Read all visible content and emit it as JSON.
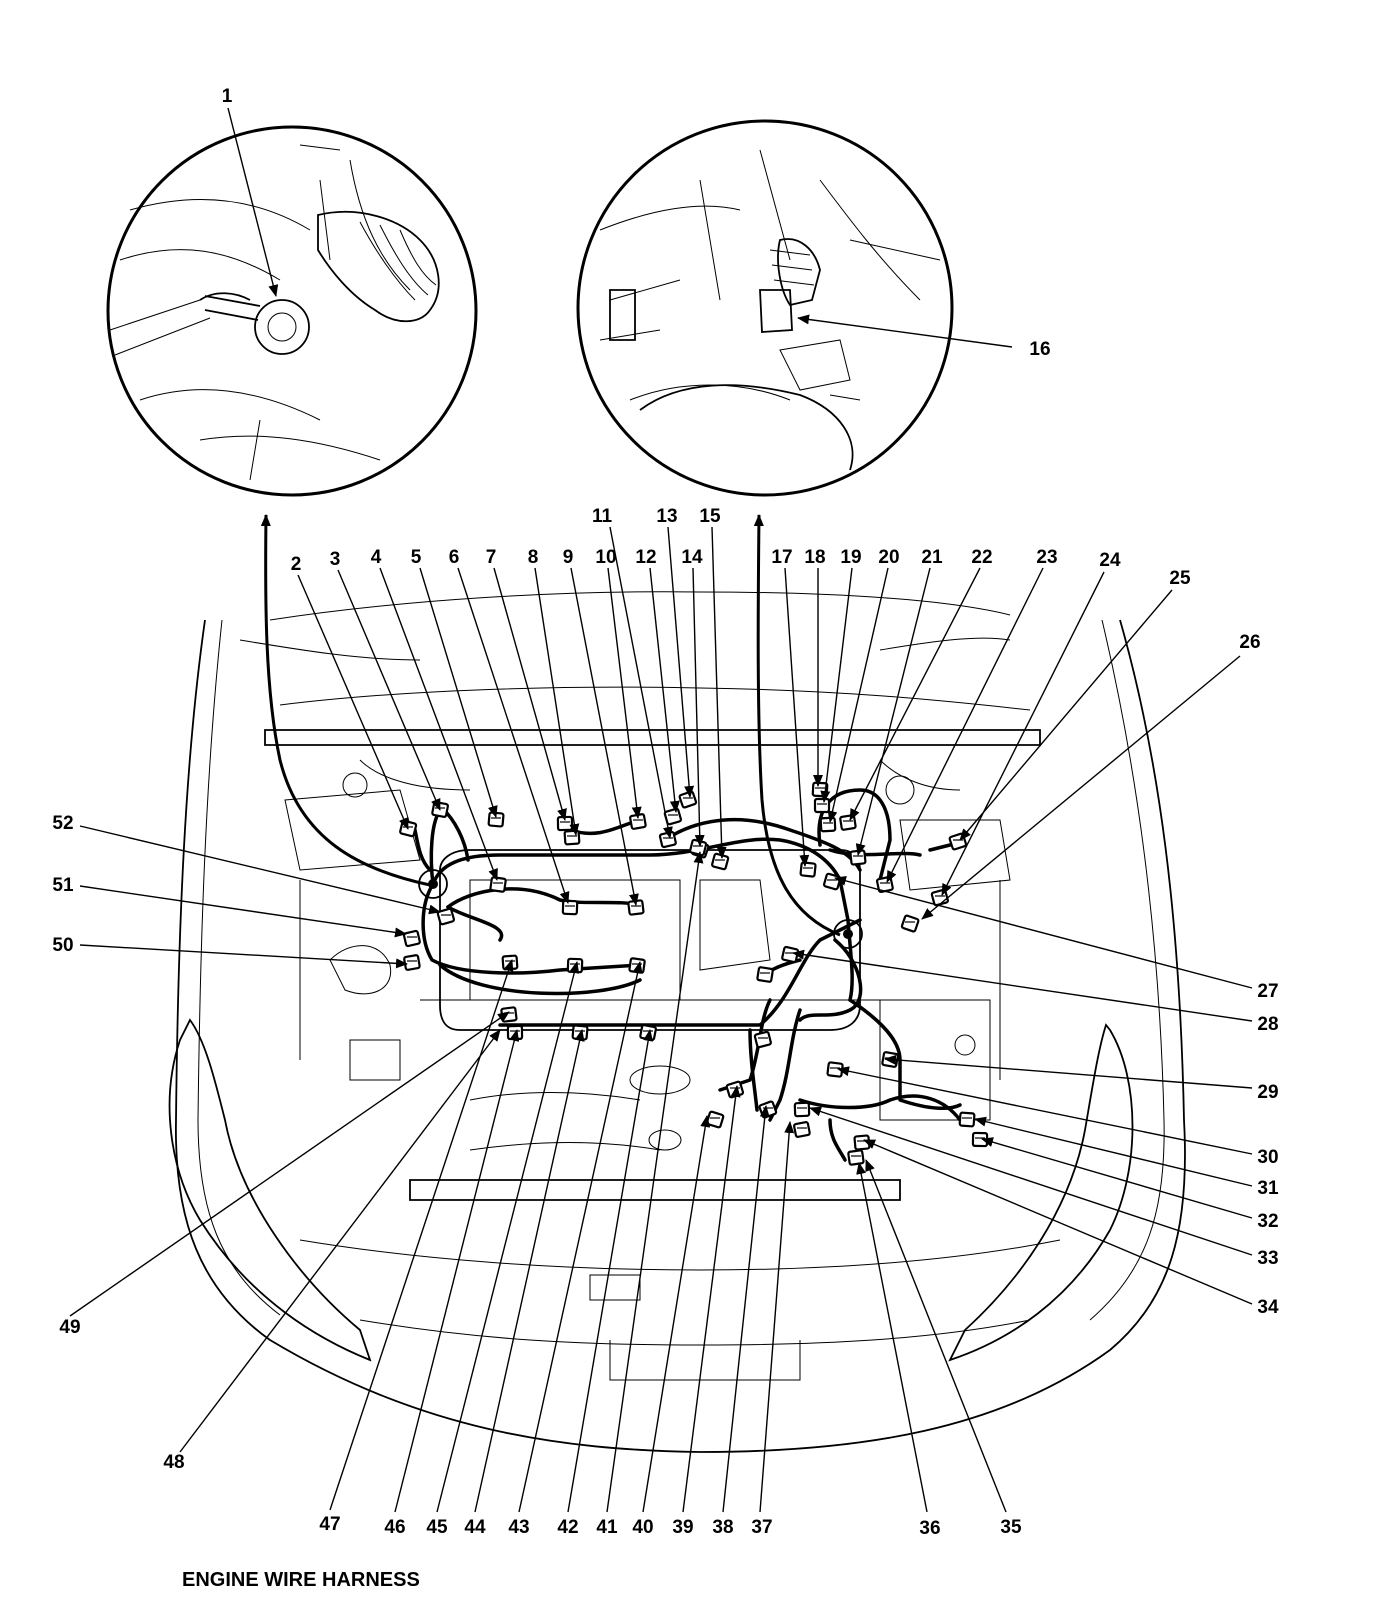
{
  "diagram": {
    "caption": "ENGINE WIRE HARNESS",
    "callouts": [
      "1",
      "2",
      "3",
      "4",
      "5",
      "6",
      "7",
      "8",
      "9",
      "10",
      "11",
      "12",
      "13",
      "14",
      "15",
      "16",
      "17",
      "18",
      "19",
      "20",
      "21",
      "22",
      "23",
      "24",
      "25",
      "26",
      "27",
      "28",
      "29",
      "30",
      "31",
      "32",
      "33",
      "34",
      "35",
      "36",
      "37",
      "38",
      "39",
      "40",
      "41",
      "42",
      "43",
      "44",
      "45",
      "46",
      "47",
      "48",
      "49",
      "50",
      "51",
      "52"
    ]
  }
}
